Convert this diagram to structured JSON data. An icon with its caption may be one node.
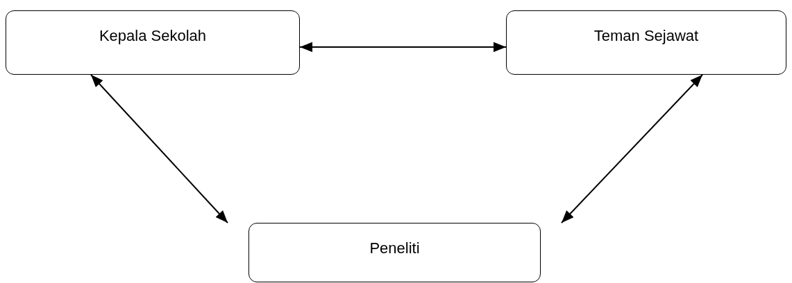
{
  "diagram": {
    "nodes": [
      {
        "text": [
          "Kepala Sekolah"
        ]
      },
      {
        "text": [
          "Teman Sejawat"
        ]
      },
      {
        "text": [
          "Peneliti"
        ]
      }
    ],
    "edges": [
      {
        "from": 0,
        "to": 1,
        "arrow": "both"
      },
      {
        "from": 0,
        "to": 2,
        "arrow": "both"
      },
      {
        "from": 1,
        "to": 2,
        "arrow": "both"
      }
    ]
  }
}
